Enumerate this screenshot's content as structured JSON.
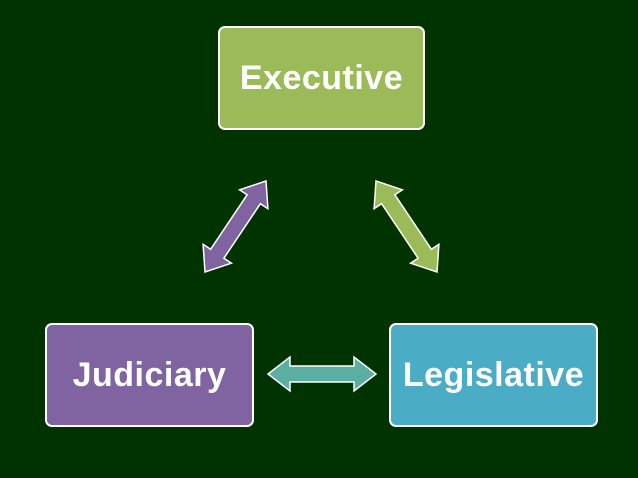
{
  "diagram": {
    "nodes": [
      {
        "id": "node-exec",
        "label": "Executive",
        "color": "#9bbb59"
      },
      {
        "id": "node-judi",
        "label": "Judiciary",
        "color": "#8064a2"
      },
      {
        "id": "node-legi",
        "label": "Legislative",
        "color": "#4bacc6"
      }
    ],
    "edges": [
      {
        "from": "Executive",
        "to": "Judiciary",
        "direction": "bidirectional",
        "color": "#8064a2"
      },
      {
        "from": "Executive",
        "to": "Legislative",
        "direction": "bidirectional",
        "color": "#9bbb59"
      },
      {
        "from": "Judiciary",
        "to": "Legislative",
        "direction": "bidirectional",
        "color": "#5aaea2"
      }
    ],
    "background": "#003300"
  }
}
